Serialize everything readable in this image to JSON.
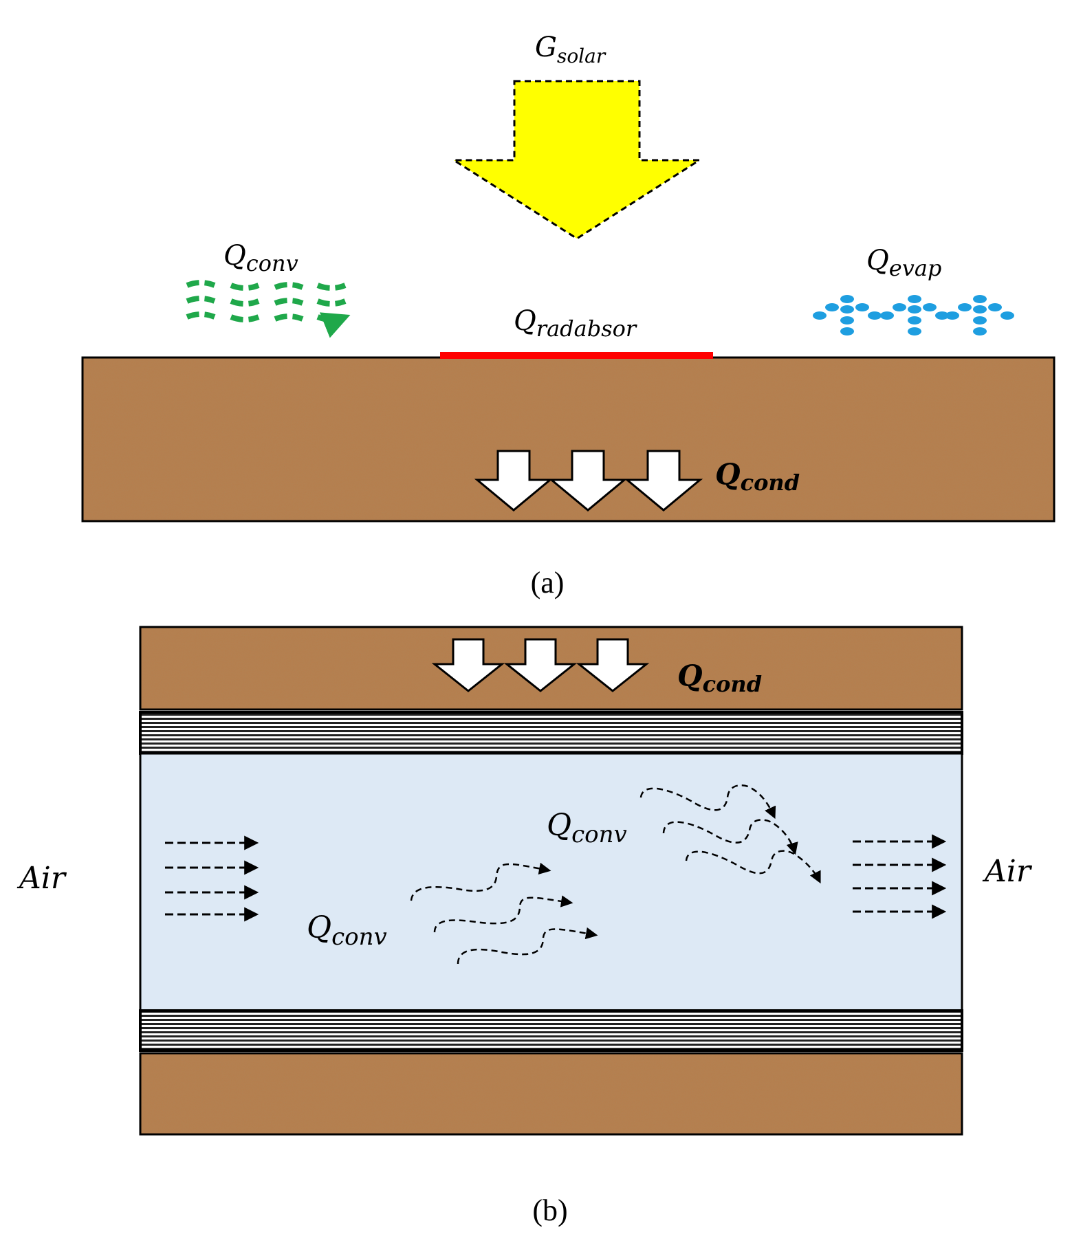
{
  "panel_a": {
    "caption": "(a)",
    "g_solar": {
      "main": "G",
      "sub": "solar"
    },
    "q_conv": {
      "main": "Q",
      "sub": "conv"
    },
    "q_evap": {
      "main": "Q",
      "sub": "evap"
    },
    "q_radabsor": {
      "main": "Q",
      "sub": "radabsor"
    },
    "q_cond": {
      "main": "Q",
      "sub": "cond"
    }
  },
  "panel_b": {
    "caption": "(b)",
    "q_cond": {
      "main": "Q",
      "sub": "cond"
    },
    "q_conv_upper": {
      "main": "Q",
      "sub": "conv"
    },
    "q_conv_lower": {
      "main": "Q",
      "sub": "conv"
    },
    "air_left": "Air",
    "air_right": "Air"
  },
  "colors": {
    "soil": "#b57f4f",
    "solar": "#ffff00",
    "absorb_strip": "#ff0000",
    "convection": "#1fa84a",
    "evaporation": "#1e9ee0",
    "duct_air": "#dde9f5"
  }
}
